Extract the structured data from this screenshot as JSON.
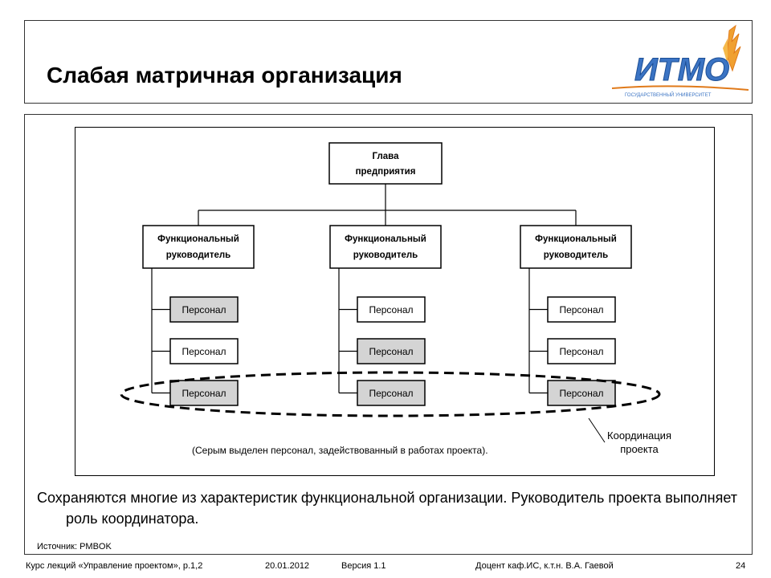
{
  "slide": {
    "title": "Слабая матричная организация",
    "logo_text": "ИТМО",
    "logo_subtitle": "ГОСУДАРСТВЕННЫЙ УНИВЕРСИТЕТ"
  },
  "diagram": {
    "head": {
      "line1": "Глава",
      "line2": "предприятия"
    },
    "manager": {
      "line1": "Функциональный",
      "line2": "руководитель"
    },
    "staff_label": "Персонал",
    "columns": [
      {
        "staff_highlighted": [
          true,
          false,
          true
        ]
      },
      {
        "staff_highlighted": [
          false,
          true,
          true
        ]
      },
      {
        "staff_highlighted": [
          false,
          false,
          true
        ]
      }
    ],
    "note": "(Серым выделен персонал, задействованный в работах проекта).",
    "coordination": {
      "line1": "Координация",
      "line2": "проекта"
    },
    "colors": {
      "highlight_fill": "#d4d4d4",
      "line": "#000000"
    }
  },
  "body_text": "Сохраняются многие из характеристик функциональной организации. Руководитель проекта выполняет роль координатора.",
  "source": "Источник: PMBOK",
  "footer": {
    "course": "Курс лекций «Управление проектом», р.1,2",
    "date": "20.01.2012",
    "version": "Версия 1.1",
    "author": "Доцент каф.ИС, к.т.н. В.А. Гаевой",
    "page": "24"
  }
}
